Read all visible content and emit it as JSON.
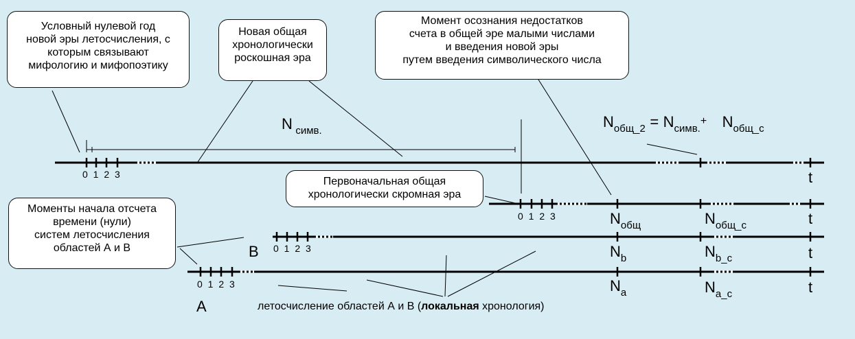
{
  "callouts": {
    "zero_year": [
      "Условный нулевой год",
      "новой эры летосчисления, с",
      "которым связывают",
      "мифологию и мифопоэтику"
    ],
    "luxury_era": [
      "Новая общая",
      "хронологически",
      "роскошная эра"
    ],
    "awareness": [
      "Момент осознания недостатков",
      "счета в общей эре малыми числами",
      "и введения новой эры",
      "путем введения символического числа"
    ],
    "modest_era": [
      "Первоначальная общая",
      "хронологически скромная эра"
    ],
    "local_zeros": [
      "Моменты начала отсчета",
      "времени (нули)",
      "систем летосчисления",
      "областей А и В"
    ]
  },
  "formula": {
    "n": "N",
    "sub_total2": "общ_2",
    "eq": "=",
    "sub_sym": "симв.",
    "plus": "+",
    "sub_total_c": "общ_с"
  },
  "symbolic": {
    "n": "N",
    "sub": "симв."
  },
  "ticks": "0 1 2 3",
  "axis_t": "t",
  "line_labels": {
    "total": {
      "n": "N",
      "sub": "общ"
    },
    "total_c": {
      "n": "N",
      "sub": "общ_с"
    },
    "b": {
      "n": "N",
      "sub": "b"
    },
    "b_c": {
      "n": "N",
      "sub": "b_c"
    },
    "a": {
      "n": "N",
      "sub": "a"
    },
    "a_c": {
      "n": "N",
      "sub": "a_c"
    }
  },
  "region_b": "В",
  "region_a": "А",
  "local_chronology": {
    "before": "летосчисление областей А и В (",
    "bold": "локальная",
    "after": " хронология)"
  }
}
